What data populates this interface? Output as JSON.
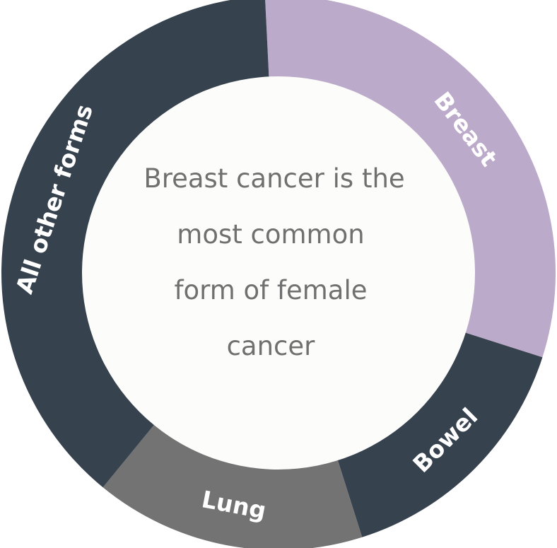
{
  "chart_data": {
    "type": "pie",
    "variant": "donut",
    "title": "",
    "start_angle_deg": -2.8,
    "categories": [
      "Breast",
      "Bowel",
      "Lung",
      "All other forms"
    ],
    "values": [
      30.7,
      15.2,
      15.8,
      38.3
    ],
    "colors": [
      "#bcaacb",
      "#37424f",
      "#737373",
      "#37424f"
    ],
    "center_text": [
      "Breast cancer is the",
      "most common",
      "form of female",
      "cancer"
    ],
    "center_fill": "#fcfcfa"
  }
}
